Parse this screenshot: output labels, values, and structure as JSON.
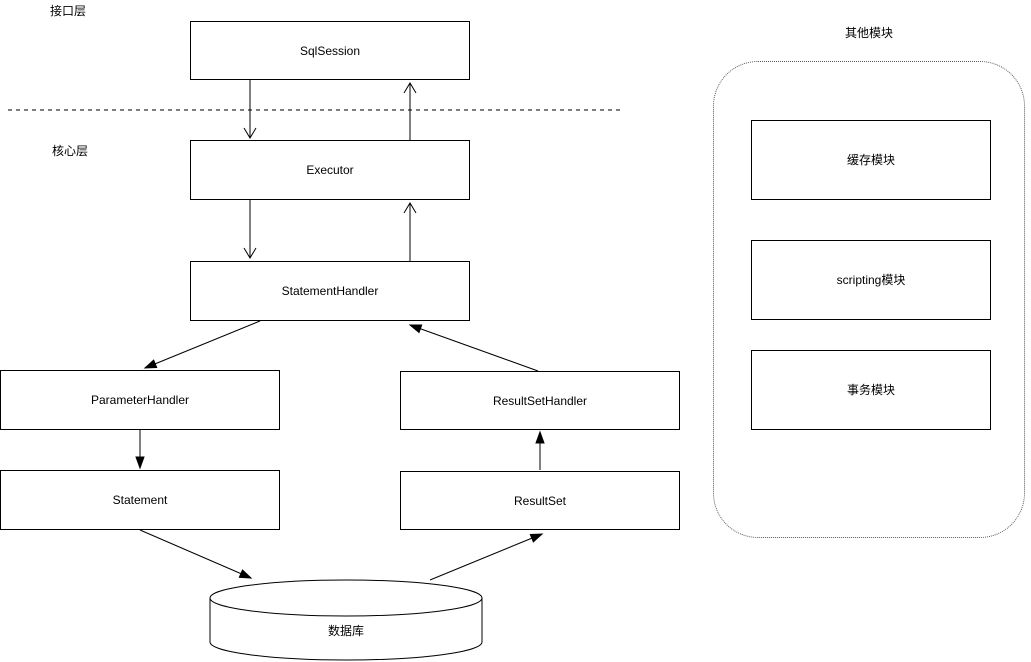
{
  "diagram": {
    "layers": {
      "interface_label": "接口层",
      "core_label": "核心层"
    },
    "nodes": {
      "sqlsession": "SqlSession",
      "executor": "Executor",
      "statement_handler": "StatementHandler",
      "parameter_handler": "ParameterHandler",
      "statement": "Statement",
      "resultset_handler": "ResultSetHandler",
      "resultset": "ResultSet",
      "database": "数据库"
    },
    "other_modules": {
      "title": "其他模块",
      "items": [
        "缓存模块",
        "scripting模块",
        "事务模块"
      ]
    },
    "colors": {
      "stroke": "#000000",
      "fill": "#ffffff",
      "text": "#000000"
    }
  }
}
